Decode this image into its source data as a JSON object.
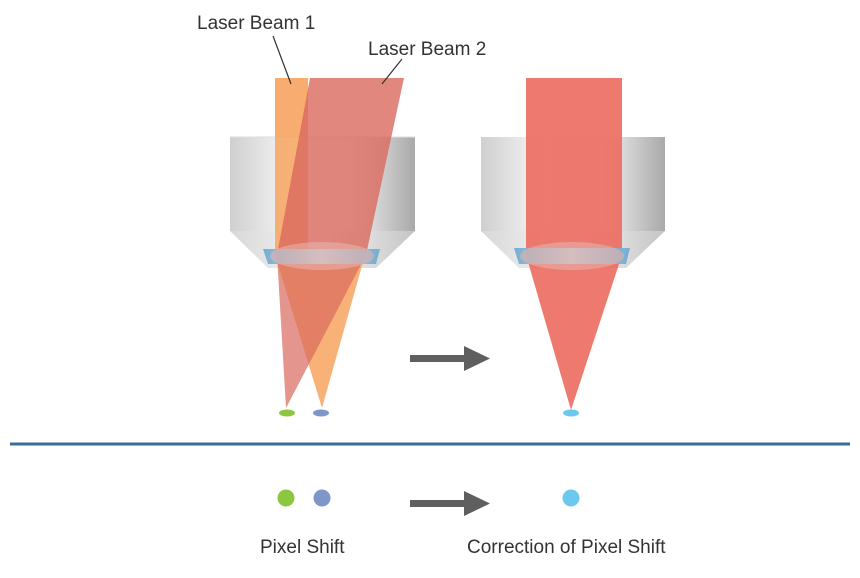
{
  "labels": {
    "laser_beam_1": "Laser Beam 1",
    "laser_beam_2": "Laser Beam 2",
    "caption_left": "Pixel Shift",
    "caption_right": "Correction of Pixel Shift"
  },
  "icons": {
    "arrow": "right-arrow-icon",
    "dot": "circle-dot-icon"
  },
  "colors": {
    "beam_1": "#f7a35f",
    "beam_2": "#d9695e",
    "beam_combined": "#ec6a5f",
    "objective_body": "#c9c9c9",
    "lens": "#7fb6d8",
    "divider": "#3c6a9b",
    "arrow": "#5f5f5f",
    "dot_green": "#8dc63f",
    "dot_blue": "#7d97c9",
    "dot_cyan": "#6cc8ef"
  }
}
